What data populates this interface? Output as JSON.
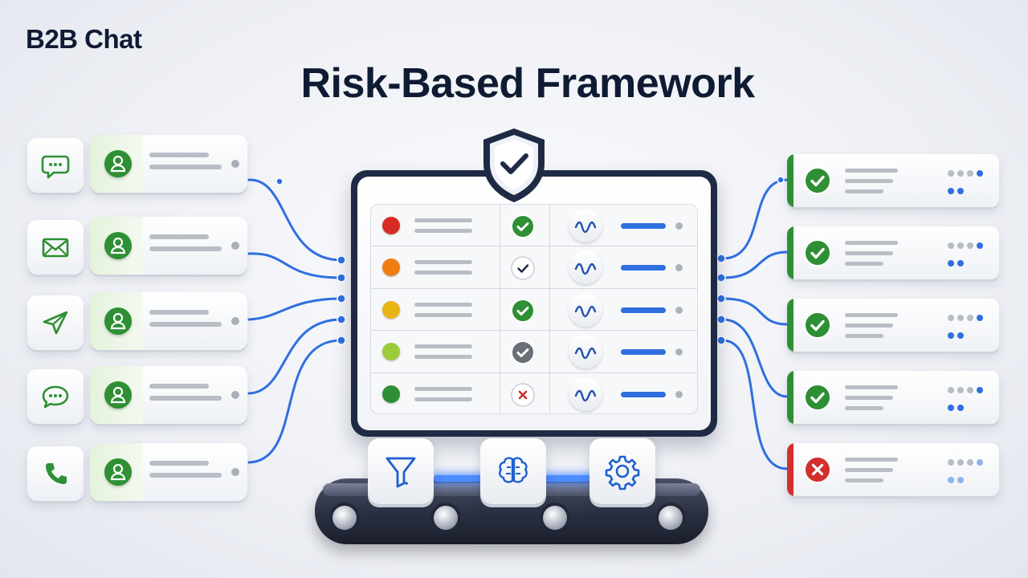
{
  "brand": "B2B Chat",
  "title": "Risk-Based Framework",
  "colors": {
    "wire": "#2f6fe0",
    "approved": "#2e8f34",
    "rejected": "#d32f2f",
    "navy": "#1f2a44"
  },
  "inputs": [
    {
      "channel_icon": "chat-bubble-icon",
      "avatar_icon": "user-avatar-icon"
    },
    {
      "channel_icon": "email-envelope-icon",
      "avatar_icon": "user-avatar-icon"
    },
    {
      "channel_icon": "paper-plane-icon",
      "avatar_icon": "user-avatar-icon"
    },
    {
      "channel_icon": "chat-bubble-icon",
      "avatar_icon": "user-avatar-icon"
    },
    {
      "channel_icon": "phone-icon",
      "avatar_icon": "user-avatar-icon"
    }
  ],
  "risk_table": [
    {
      "risk_color": "#d92b26",
      "status": "check-filled"
    },
    {
      "risk_color": "#ef7d12",
      "status": "check-outline"
    },
    {
      "risk_color": "#e8b514",
      "status": "check-filled"
    },
    {
      "risk_color": "#9ccb3c",
      "status": "check-grey"
    },
    {
      "risk_color": "#2e8f34",
      "status": "cross"
    }
  ],
  "outputs": [
    {
      "result": "approved"
    },
    {
      "result": "approved"
    },
    {
      "result": "approved"
    },
    {
      "result": "approved"
    },
    {
      "result": "rejected"
    }
  ],
  "tools": [
    "filter-funnel-icon",
    "brain-icon",
    "gear-icon"
  ]
}
